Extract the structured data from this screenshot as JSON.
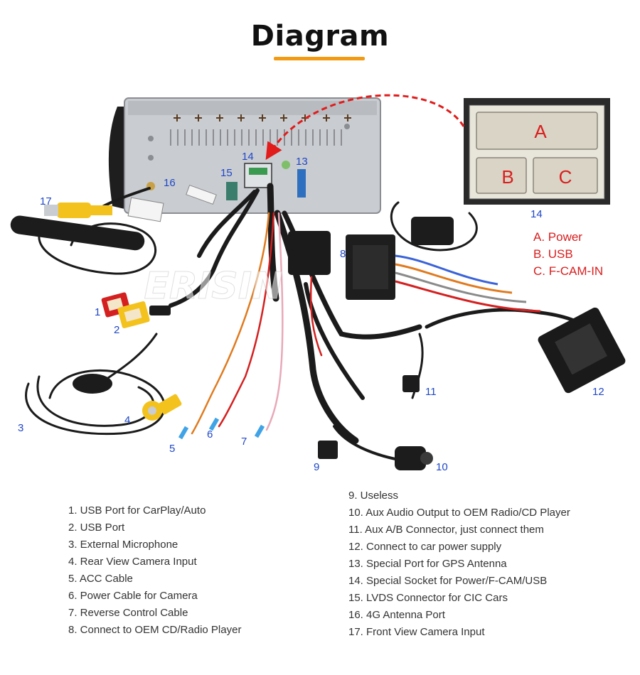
{
  "header": {
    "title": "Diagram"
  },
  "callout_numbers": {
    "n1": "1",
    "n2": "2",
    "n3": "3",
    "n4": "4",
    "n5": "5",
    "n6": "6",
    "n7": "7",
    "n8": "8",
    "n9": "9",
    "n10": "10",
    "n11": "11",
    "n12": "12",
    "n13": "13",
    "n14": "14",
    "n15": "15",
    "n16": "16",
    "n17": "17",
    "n14_inset": "14"
  },
  "connector_inset": {
    "letter_a": "A",
    "letter_b": "B",
    "letter_c": "C",
    "legend": [
      "A. Power",
      "B. USB",
      "C. F-CAM-IN"
    ]
  },
  "watermark": "ERISIN",
  "descriptions_left": [
    "1. USB Port for CarPlay/Auto",
    "2. USB Port",
    "3. External Microphone",
    "4. Rear View Camera Input",
    "5. ACC Cable",
    "6. Power Cable for Camera",
    "7. Reverse Control Cable",
    "8. Connect to OEM CD/Radio Player"
  ],
  "descriptions_right": [
    "9. Useless",
    "10. Aux Audio Output to OEM Radio/CD Player",
    "11. Aux A/B Connector, just connect them",
    "12. Connect to car power supply",
    "13. Special Port for GPS Antenna",
    "14. Special Socket for Power/F-CAM/USB",
    "15. LVDS Connector for CIC Cars",
    "16. 4G Antenna Port",
    "17. Front View Camera Input"
  ],
  "colors": {
    "accent_bar": "#f29a12",
    "callout_blue": "#1f47c8",
    "legend_red": "#d81e1e",
    "unit_metal": "#c9ccd0",
    "cable_black": "#1b1b1b"
  }
}
